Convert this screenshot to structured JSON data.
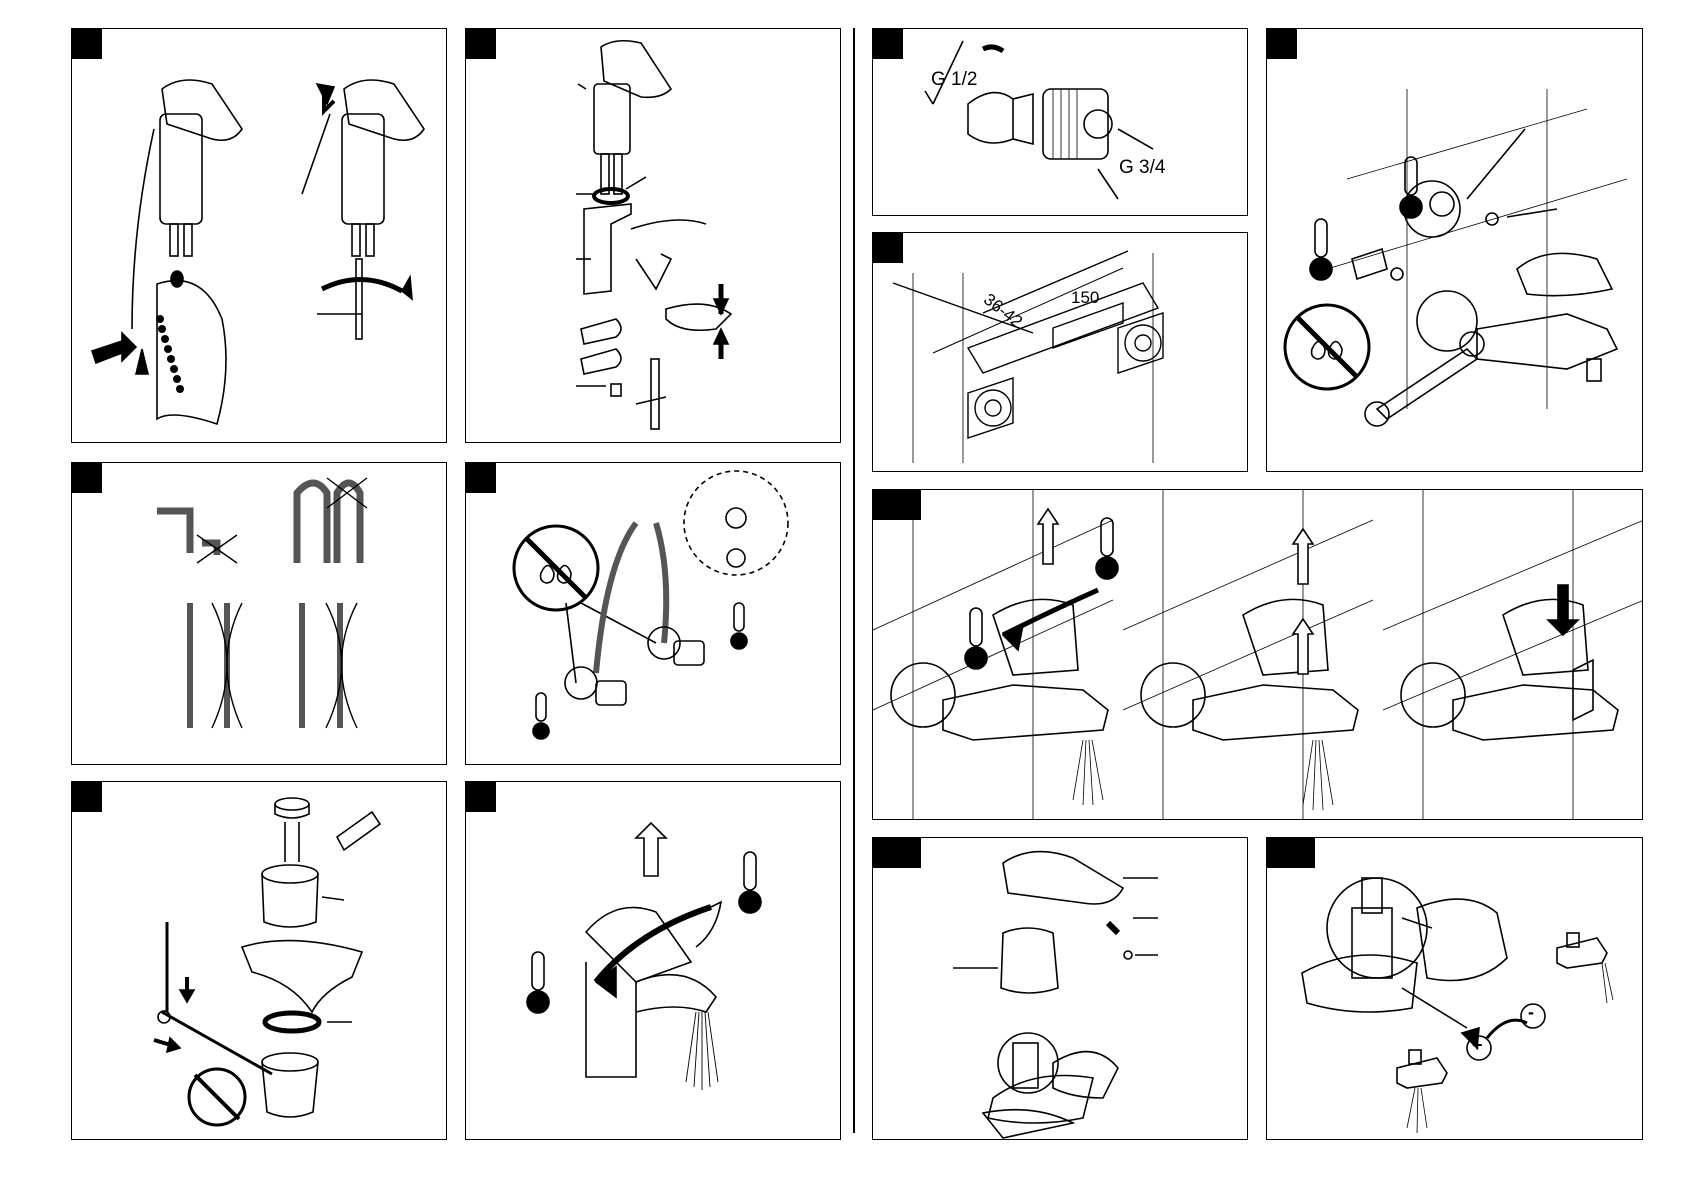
{
  "figure": "instruction-diagram",
  "panel_count": 13,
  "dimensions": {
    "thread_inlet": "G 1/2",
    "thread_outlet": "G 3/4",
    "center_distance": "150",
    "wall_offset": "36-42"
  },
  "controls": {
    "plus": "+",
    "minus": "-"
  },
  "icons": {
    "no_sealant": "no-sealant-icon",
    "thermometer": "thermometer-icon",
    "arrow": "arrow-icon"
  },
  "colors": {
    "ink": "#000000",
    "paper": "#ffffff"
  }
}
